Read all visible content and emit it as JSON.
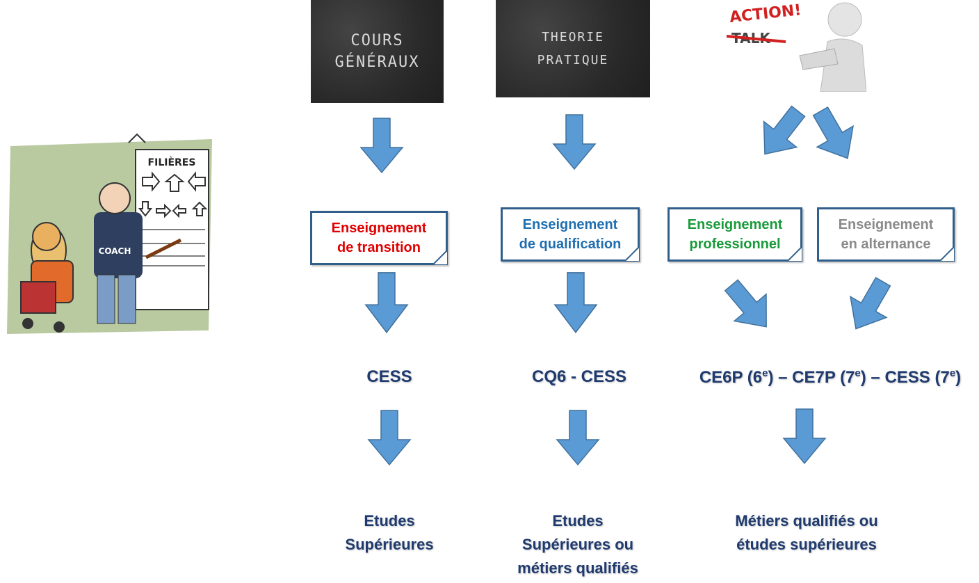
{
  "images": {
    "cours": {
      "line1": "COURS",
      "line2": "GÉNÉRAUX"
    },
    "theorie": {
      "line1": "THEORIE",
      "line2": "PRATIQUE"
    },
    "action": {
      "top": "ACTION!",
      "strike": "TALK"
    },
    "cartoon": {
      "chart_title": "FILIÈRES",
      "shirt": "COACH"
    }
  },
  "boxes": {
    "transition": {
      "line1": "Enseignement",
      "line2": "de transition",
      "color": "#e00000"
    },
    "qualification": {
      "line1": "Enseignement",
      "line2": "de qualification",
      "color": "#1f6fb0"
    },
    "professionnel": {
      "line1": "Enseignement",
      "line2": "professionnel",
      "color": "#1a9a3a"
    },
    "alternance": {
      "line1": "Enseignement",
      "line2": "en alternance",
      "color": "#8a8a8a"
    }
  },
  "certificates": {
    "transition": "CESS",
    "qualification": "CQ6 - CESS",
    "pro_part1": "CE6P (6",
    "pro_sup1": "e",
    "pro_part2": ") – CE7P (7",
    "pro_sup2": "e",
    "pro_part3": ") – CESS (7",
    "pro_sup3": "e",
    "pro_part4": ")"
  },
  "outcomes": {
    "transition": [
      "Etudes",
      "Supérieures"
    ],
    "qualification": [
      "Etudes",
      "Supérieures ou",
      "métiers qualifiés"
    ],
    "pro": [
      "Métiers qualifiés ou",
      "études supérieures"
    ]
  },
  "colors": {
    "arrow": "#5b9bd5",
    "arrow_stroke": "#41719c",
    "text": "#1f3a6e"
  }
}
